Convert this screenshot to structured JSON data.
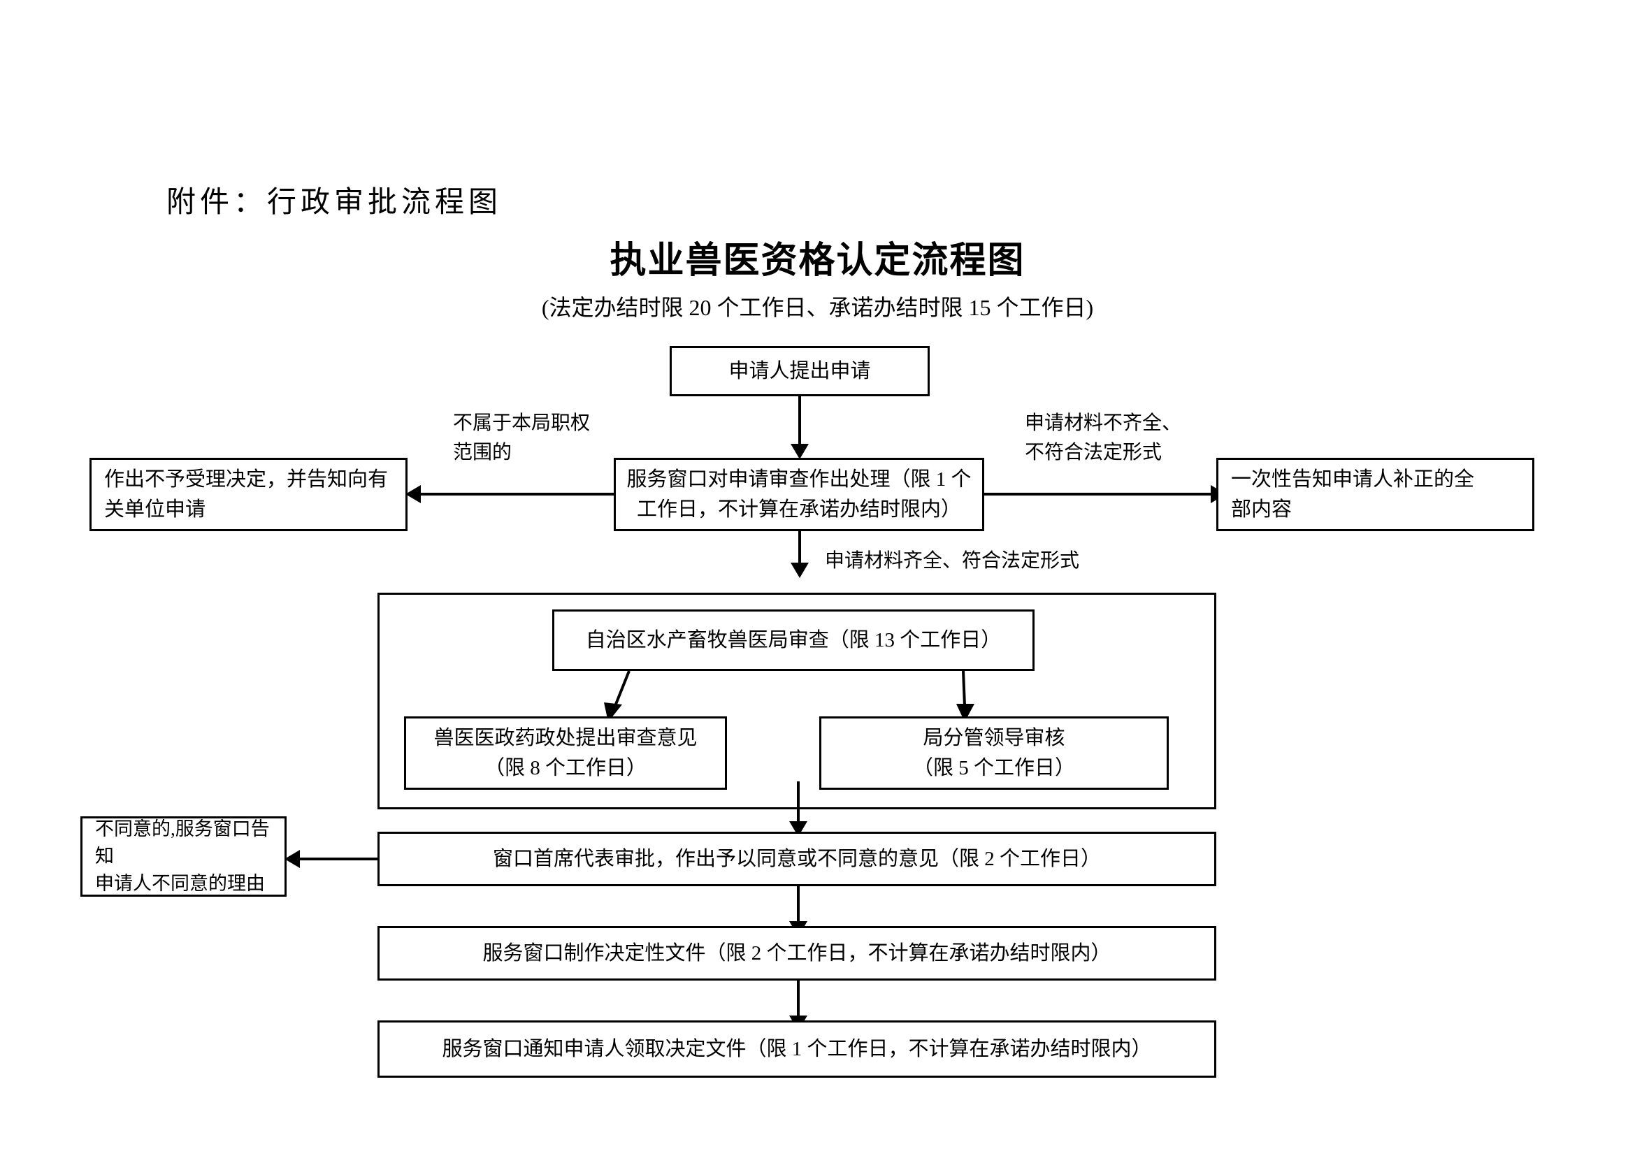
{
  "document": {
    "attachment_label": "附件：行政审批流程图",
    "title": "执业兽医资格认定流程图",
    "subtitle": "(法定办结时限 20 个工作日、承诺办结时限 15 个工作日)"
  },
  "flowchart": {
    "type": "flowchart",
    "orientation": "top-to-bottom",
    "nodes": [
      {
        "id": "apply",
        "label": "申请人提出申请"
      },
      {
        "id": "window-review",
        "label": "服务窗口对申请审查作出处理（限 1 个\n工作日，不计算在承诺办结时限内）"
      },
      {
        "id": "reject",
        "label": "作出不予受理决定，并告知向有\n关单位申请"
      },
      {
        "id": "notify-supplement",
        "label": "一次性告知申请人补正的全\n部内容"
      },
      {
        "id": "bureau-review",
        "label": "自治区水产畜牧兽医局审查（限 13 个工作日）"
      },
      {
        "id": "vet-division",
        "label": "兽医医政药政处提出审查意见\n（限 8 个工作日）"
      },
      {
        "id": "bureau-leader",
        "label": "局分管领导审核\n（限 5 个工作日）"
      },
      {
        "id": "chief-approval",
        "label": "窗口首席代表审批，作出予以同意或不同意的意见（限 2 个工作日）"
      },
      {
        "id": "disagree-notice",
        "label": "不同意的,服务窗口告知\n申请人不同意的理由"
      },
      {
        "id": "make-document",
        "label": "服务窗口制作决定性文件（限 2 个工作日，不计算在承诺办结时限内）"
      },
      {
        "id": "collect-document",
        "label": "服务窗口通知申请人领取决定文件（限 1 个工作日，不计算在承诺办结时限内）"
      }
    ],
    "edge_labels": [
      {
        "id": "not-jurisdiction",
        "text": "不属于本局职权\n范围的"
      },
      {
        "id": "materials-incomplete",
        "text": "申请材料不齐全、\n不符合法定形式"
      },
      {
        "id": "materials-complete",
        "text": "申请材料齐全、符合法定形式"
      }
    ],
    "colors": {
      "line": "#000000",
      "background": "#ffffff",
      "text": "#000000"
    }
  }
}
